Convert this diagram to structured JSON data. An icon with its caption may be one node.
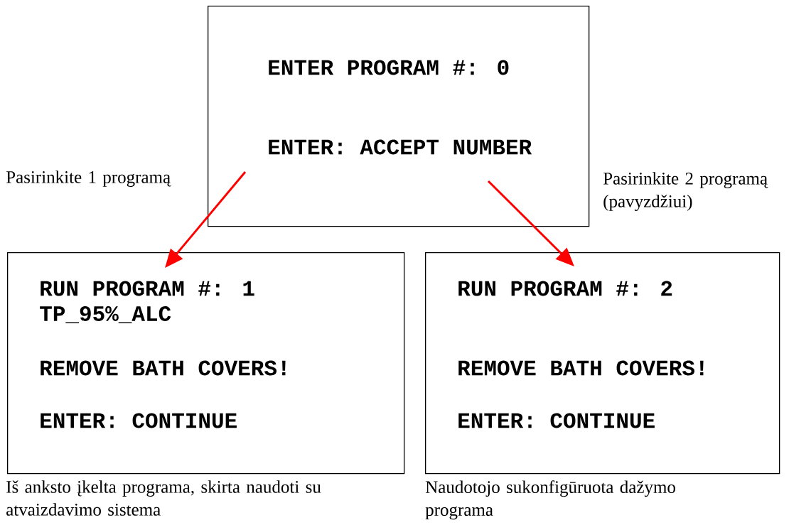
{
  "diagram": {
    "nodes": [
      {
        "text": [
          "ENTER PROGRAM #: 0",
          "ENTER: ACCEPT NUMBER"
        ]
      },
      {
        "text": [
          "RUN PROGRAM #: 1",
          "TP_95%_ALC",
          "REMOVE BATH COVERS!",
          "ENTER: CONTINUE"
        ],
        "beside": [
          "Iš anksto įkelta programa, skirta naudoti su atvaizdavimo sistema"
        ]
      },
      {
        "text": [
          "RUN PROGRAM #: 2",
          "REMOVE BATH COVERS!",
          "ENTER: CONTINUE"
        ],
        "beside": [
          "Naudotojo sukonfigūruota dažymo programa"
        ]
      }
    ],
    "edges": [
      {
        "from": 0,
        "to": 1,
        "arrow": "to",
        "label": "Pasirinkite 1 programą"
      },
      {
        "from": 0,
        "to": 2,
        "arrow": "to",
        "label": "Pasirinkite 2 programą (pavyzdžiui)"
      }
    ]
  }
}
